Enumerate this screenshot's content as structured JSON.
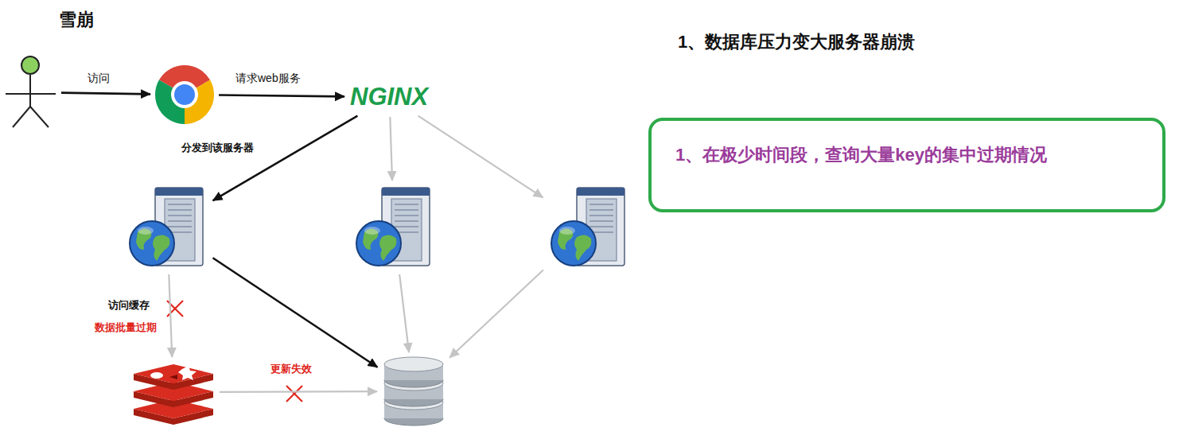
{
  "diagram": {
    "title": "雪崩",
    "nodes": [
      {
        "text": []
      },
      {
        "text": []
      },
      {
        "text": [
          "NGINX"
        ]
      },
      {
        "text": []
      },
      {
        "text": []
      },
      {
        "text": []
      },
      {
        "text": []
      },
      {
        "text": []
      },
      {
        "text": [
          "1、在极少时间段，查询大量key的集中过期情况"
        ]
      }
    ],
    "edges": [
      {
        "from": 0,
        "to": 1,
        "arrow": "to",
        "label": "访问"
      },
      {
        "from": 1,
        "to": 2,
        "arrow": "to",
        "label": "请求web服务"
      },
      {
        "from": 2,
        "to": 3,
        "arrow": "to",
        "label": "分发到该服务器"
      },
      {
        "from": 2,
        "to": 4,
        "arrow": "to"
      },
      {
        "from": 2,
        "to": 5,
        "arrow": "to"
      },
      {
        "from": 3,
        "to": 6,
        "arrow": "to",
        "label": "访问缓存"
      },
      {
        "from": 3,
        "to": 7,
        "arrow": "to"
      },
      {
        "from": 4,
        "to": 7,
        "arrow": "to"
      },
      {
        "from": 5,
        "to": 7,
        "arrow": "to"
      },
      {
        "from": 6,
        "to": 7,
        "arrow": "to",
        "label": "更新失效"
      }
    ],
    "labels": [
      "数据批量过期",
      "1、数据库压力变大服务器崩溃"
    ]
  }
}
